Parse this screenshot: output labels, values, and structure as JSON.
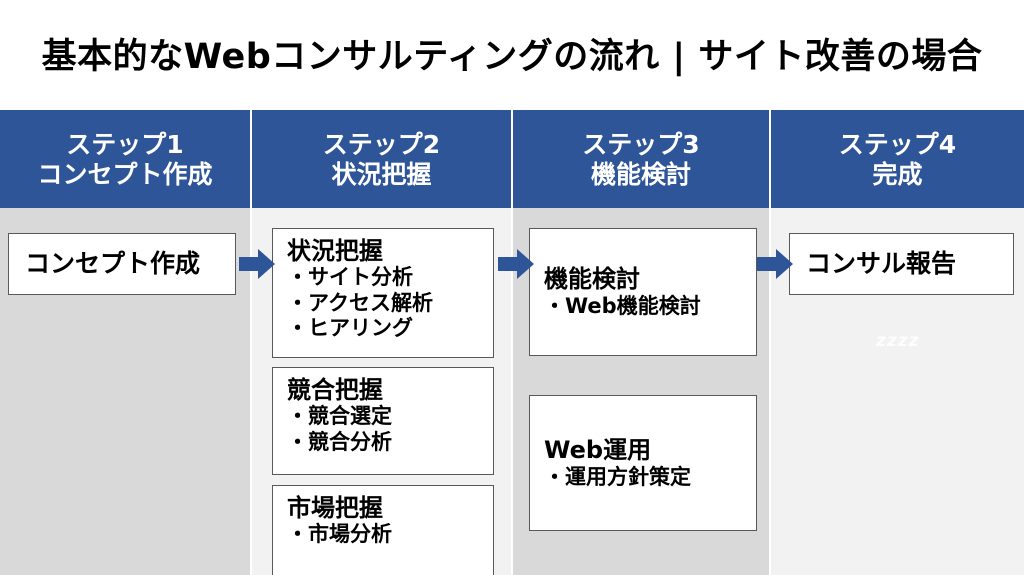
{
  "slide": {
    "title": "基本的なWebコンサルティングの流れ | サイト改善の場合",
    "watermark": "zzzz",
    "colors": {
      "header_blue": "#2e5597",
      "arrow_blue": "#2e5597",
      "column_dark": "#d9d9d9",
      "column_light": "#f2f2f2",
      "box_border": "#595959",
      "box_fill": "#ffffff",
      "title_text": "#000000",
      "header_text": "#ffffff"
    }
  },
  "columns": [
    {
      "step_label": "ステップ1",
      "step_name": "コンセプト作成",
      "boxes": [
        {
          "title": "コンセプト作成",
          "bullets": []
        }
      ]
    },
    {
      "step_label": "ステップ2",
      "step_name": "状況把握",
      "boxes": [
        {
          "title": "状況把握",
          "bullets": [
            "・サイト分析",
            "・アクセス解析",
            "・ヒアリング"
          ]
        },
        {
          "title": "競合把握",
          "bullets": [
            "・競合選定",
            "・競合分析"
          ]
        },
        {
          "title": "市場把握",
          "bullets": [
            "・市場分析"
          ]
        }
      ]
    },
    {
      "step_label": "ステップ3",
      "step_name": "機能検討",
      "boxes": [
        {
          "title": "機能検討",
          "bullets": [
            "・Web機能検討"
          ]
        },
        {
          "title": "Web運用",
          "bullets": [
            "・運用方針策定"
          ]
        }
      ]
    },
    {
      "step_label": "ステップ4",
      "step_name": "完成",
      "boxes": [
        {
          "title": "コンサル報告",
          "bullets": []
        }
      ]
    }
  ],
  "arrows": [
    {
      "name": "arrow-step1-to-step2",
      "direction": "right"
    },
    {
      "name": "arrow-step2-to-step3",
      "direction": "right"
    },
    {
      "name": "arrow-step3-to-step4",
      "direction": "right"
    }
  ]
}
